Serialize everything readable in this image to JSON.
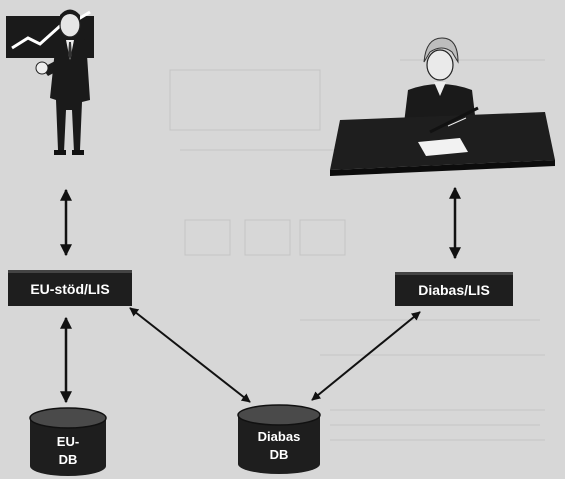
{
  "nodes": {
    "eu_stod_lis": "EU-stöd/LIS",
    "diabas_lis": "Diabas/LIS",
    "eu_db": [
      "EU-",
      "DB"
    ],
    "diabas_db": [
      "Diabas",
      "DB"
    ]
  },
  "people": {
    "left": "presenter",
    "right": "person at desk"
  },
  "colors": {
    "background": "#d7d7d7",
    "node_fill": "#1e1e1e",
    "arrow": "#111111"
  }
}
